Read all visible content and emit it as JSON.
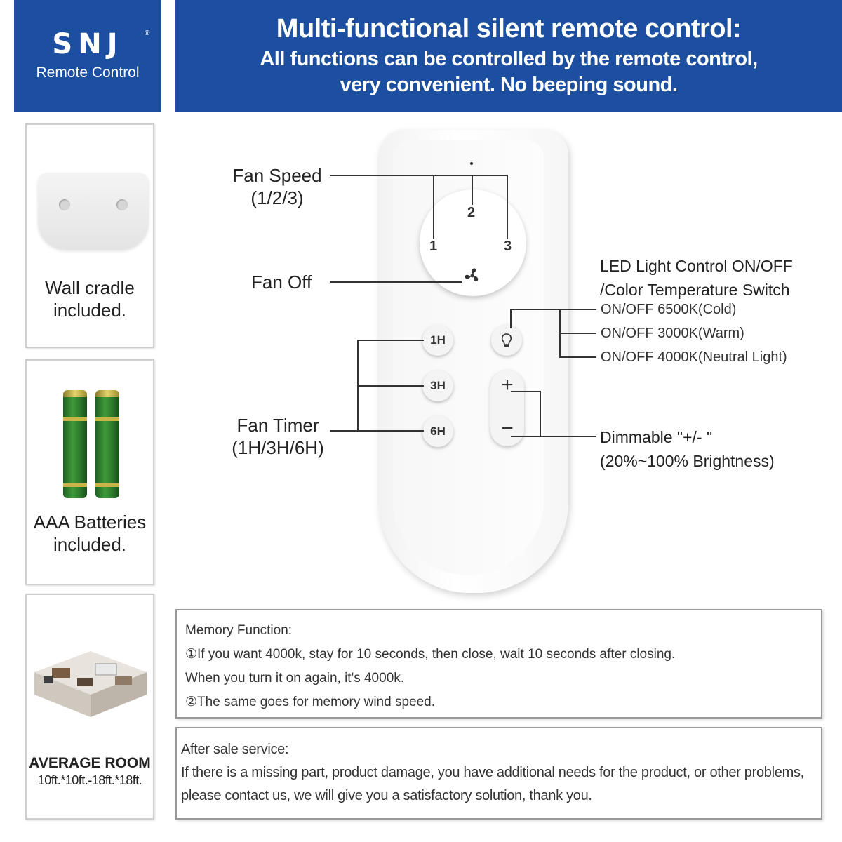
{
  "brand": {
    "logo": "SNJ",
    "registered": "®",
    "subtitle": "Remote Control",
    "color": "#1c4fa0"
  },
  "header": {
    "title": "Multi-functional silent remote control:",
    "line1": "All functions can be controlled by the remote control,",
    "line2": "very convenient. No beeping sound."
  },
  "sidebar": {
    "cards": [
      {
        "label_line1": "Wall cradle",
        "label_line2": "included.",
        "icon": "wall-cradle"
      },
      {
        "label_line1": "AAA Batteries",
        "label_line2": "included.",
        "icon": "aaa-batteries"
      },
      {
        "label_line1": "AVERAGE ROOM",
        "label_line2": "10ft.*10ft.-18ft.*18ft.",
        "icon": "room-illustration"
      }
    ]
  },
  "remote": {
    "dial_numbers": [
      "1",
      "2",
      "3"
    ],
    "timer_buttons": [
      "1H",
      "3H",
      "6H"
    ],
    "dimmer_plus": "+",
    "dimmer_minus": "−"
  },
  "callouts": {
    "fan_speed": {
      "line1": "Fan Speed",
      "line2": "(1/2/3)"
    },
    "fan_off": "Fan Off",
    "fan_timer": {
      "line1": "Fan Timer",
      "line2": "(1H/3H/6H)"
    },
    "led": {
      "line1": "LED Light Control ON/OFF",
      "line2": "/Color Temperature Switch"
    },
    "led_options": [
      "ON/OFF 6500K(Cold)",
      "ON/OFF 3000K(Warm)",
      "ON/OFF 4000K(Neutral Light)"
    ],
    "dimmable": {
      "line1": "Dimmable \"+/- \"",
      "line2": "(20%~100% Brightness)"
    }
  },
  "memory": {
    "title": "Memory Function:",
    "line1": "①If you want 4000k, stay for 10 seconds, then close, wait 10 seconds after closing.",
    "line2": "When you turn it on again, it's 4000k.",
    "line3": "②The same goes for memory wind speed."
  },
  "after_sale": {
    "title": "After sale service:",
    "line1": "If there is a missing part, product damage, you have additional needs for the product, or other problems,",
    "line2": "please contact us, we will give you a satisfactory solution, thank you."
  }
}
